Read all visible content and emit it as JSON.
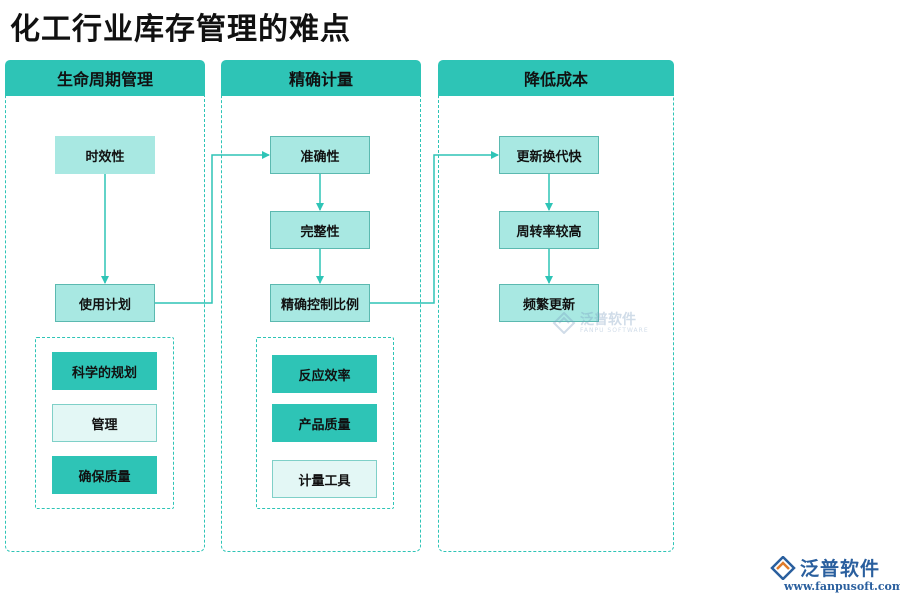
{
  "title": "化工行业库存管理的难点",
  "columns": [
    {
      "header": "生命周期管理",
      "nodes": [
        "时效性",
        "使用计划"
      ],
      "group": [
        "科学的规划",
        "管理",
        "确保质量"
      ]
    },
    {
      "header": "精确计量",
      "nodes": [
        "准确性",
        "完整性",
        "精确控制比例"
      ],
      "group": [
        "反应效率",
        "产品质量",
        "计量工具"
      ]
    },
    {
      "header": "降低成本",
      "nodes": [
        "更新换代快",
        "周转率较高",
        "频繁更新"
      ]
    }
  ],
  "watermark": {
    "name": "泛普软件",
    "sub": "FANPU SOFTWARE"
  },
  "brand": {
    "name": "泛普软件",
    "url": "www.fanpusoft.com"
  },
  "colors": {
    "teal": "#2ec4b6",
    "light_teal": "#a8e8e2",
    "pale_teal": "#e3f7f5",
    "brand_blue": "#2a5f9e"
  }
}
